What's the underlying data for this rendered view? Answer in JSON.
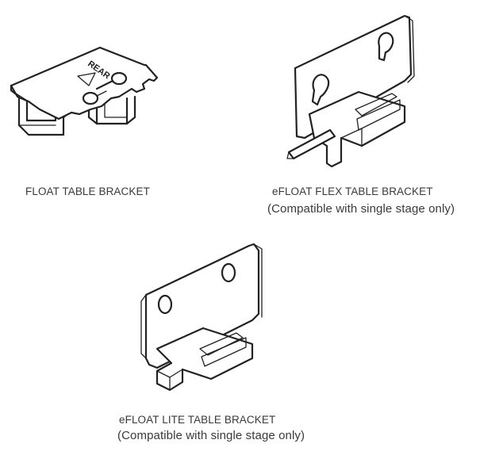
{
  "brackets": [
    {
      "id": "float",
      "title": "FLOAT TABLE BRACKET",
      "note": "",
      "embossed_label": "REAR"
    },
    {
      "id": "eflex",
      "title": "eFLOAT FLEX TABLE BRACKET",
      "note": "(Compatible with single stage only)"
    },
    {
      "id": "elite",
      "title": "eFLOAT LITE TABLE BRACKET",
      "note": "(Compatible with single stage only)"
    }
  ]
}
